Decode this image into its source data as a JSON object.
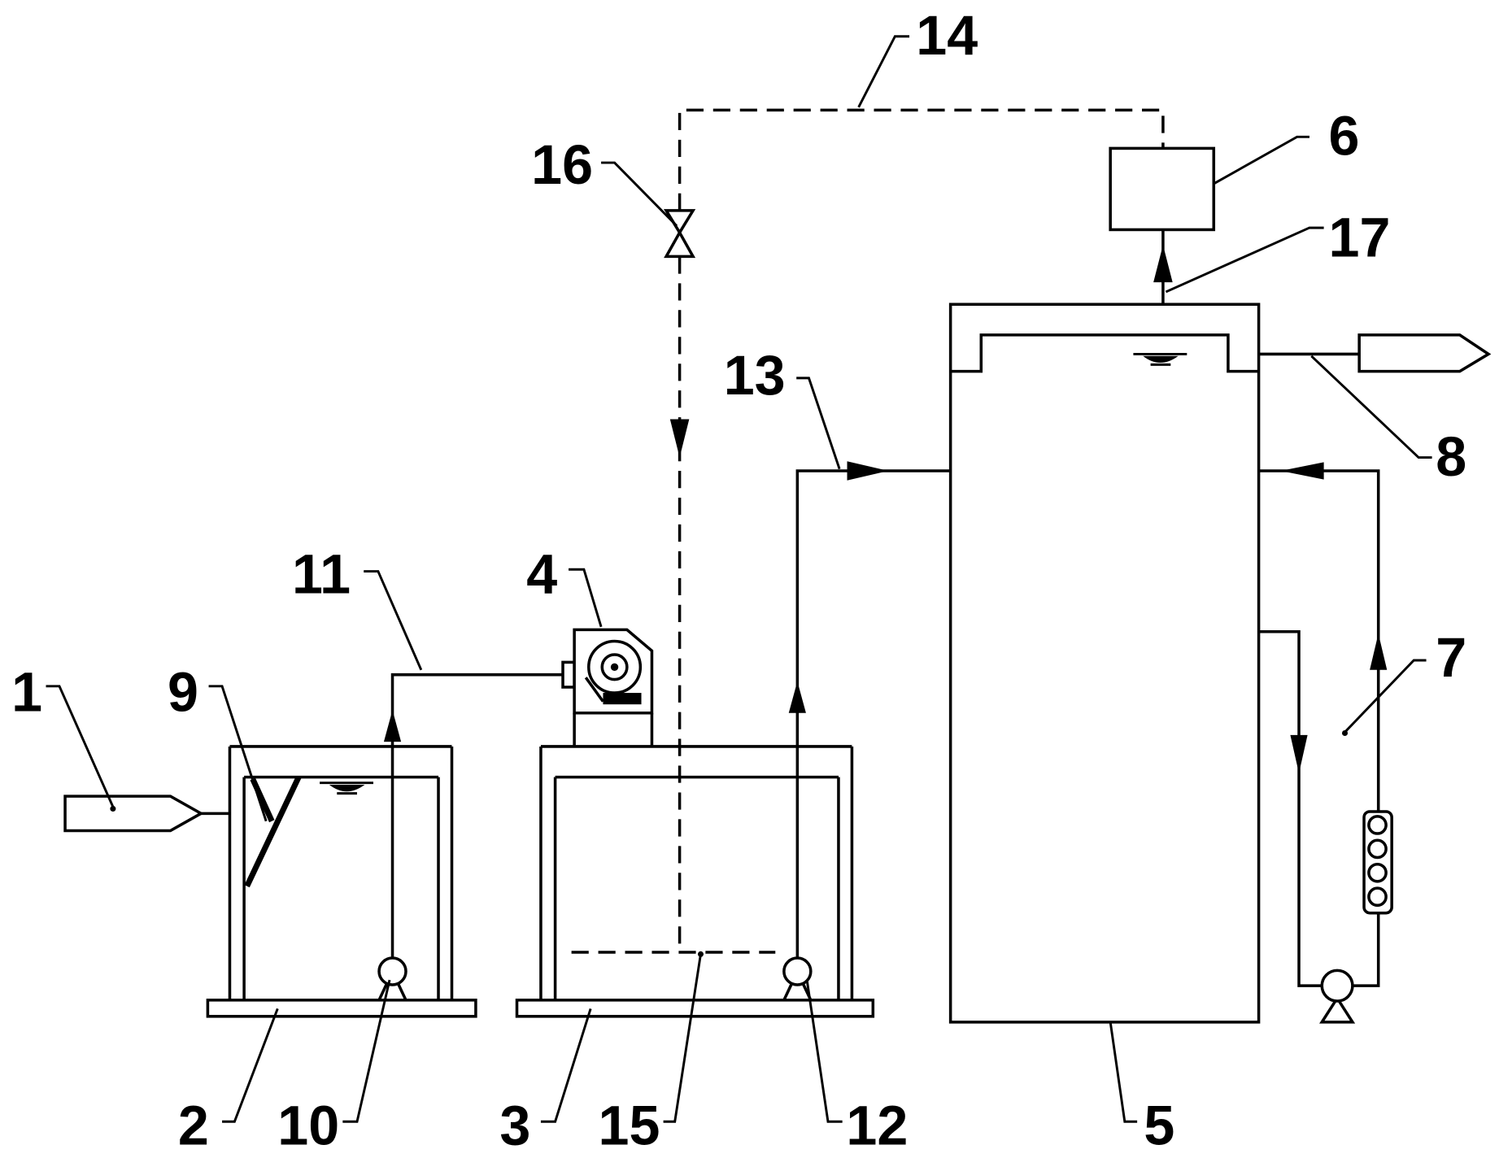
{
  "colors": {
    "line": "#000000",
    "background": "#ffffff"
  },
  "labels": {
    "n1": "1",
    "n2": "2",
    "n3": "3",
    "n4": "4",
    "n5": "5",
    "n6": "6",
    "n7": "7",
    "n8": "8",
    "n9": "9",
    "n10": "10",
    "n11": "11",
    "n12": "12",
    "n13": "13",
    "n14": "14",
    "n15": "15",
    "n16": "16",
    "n17": "17"
  }
}
